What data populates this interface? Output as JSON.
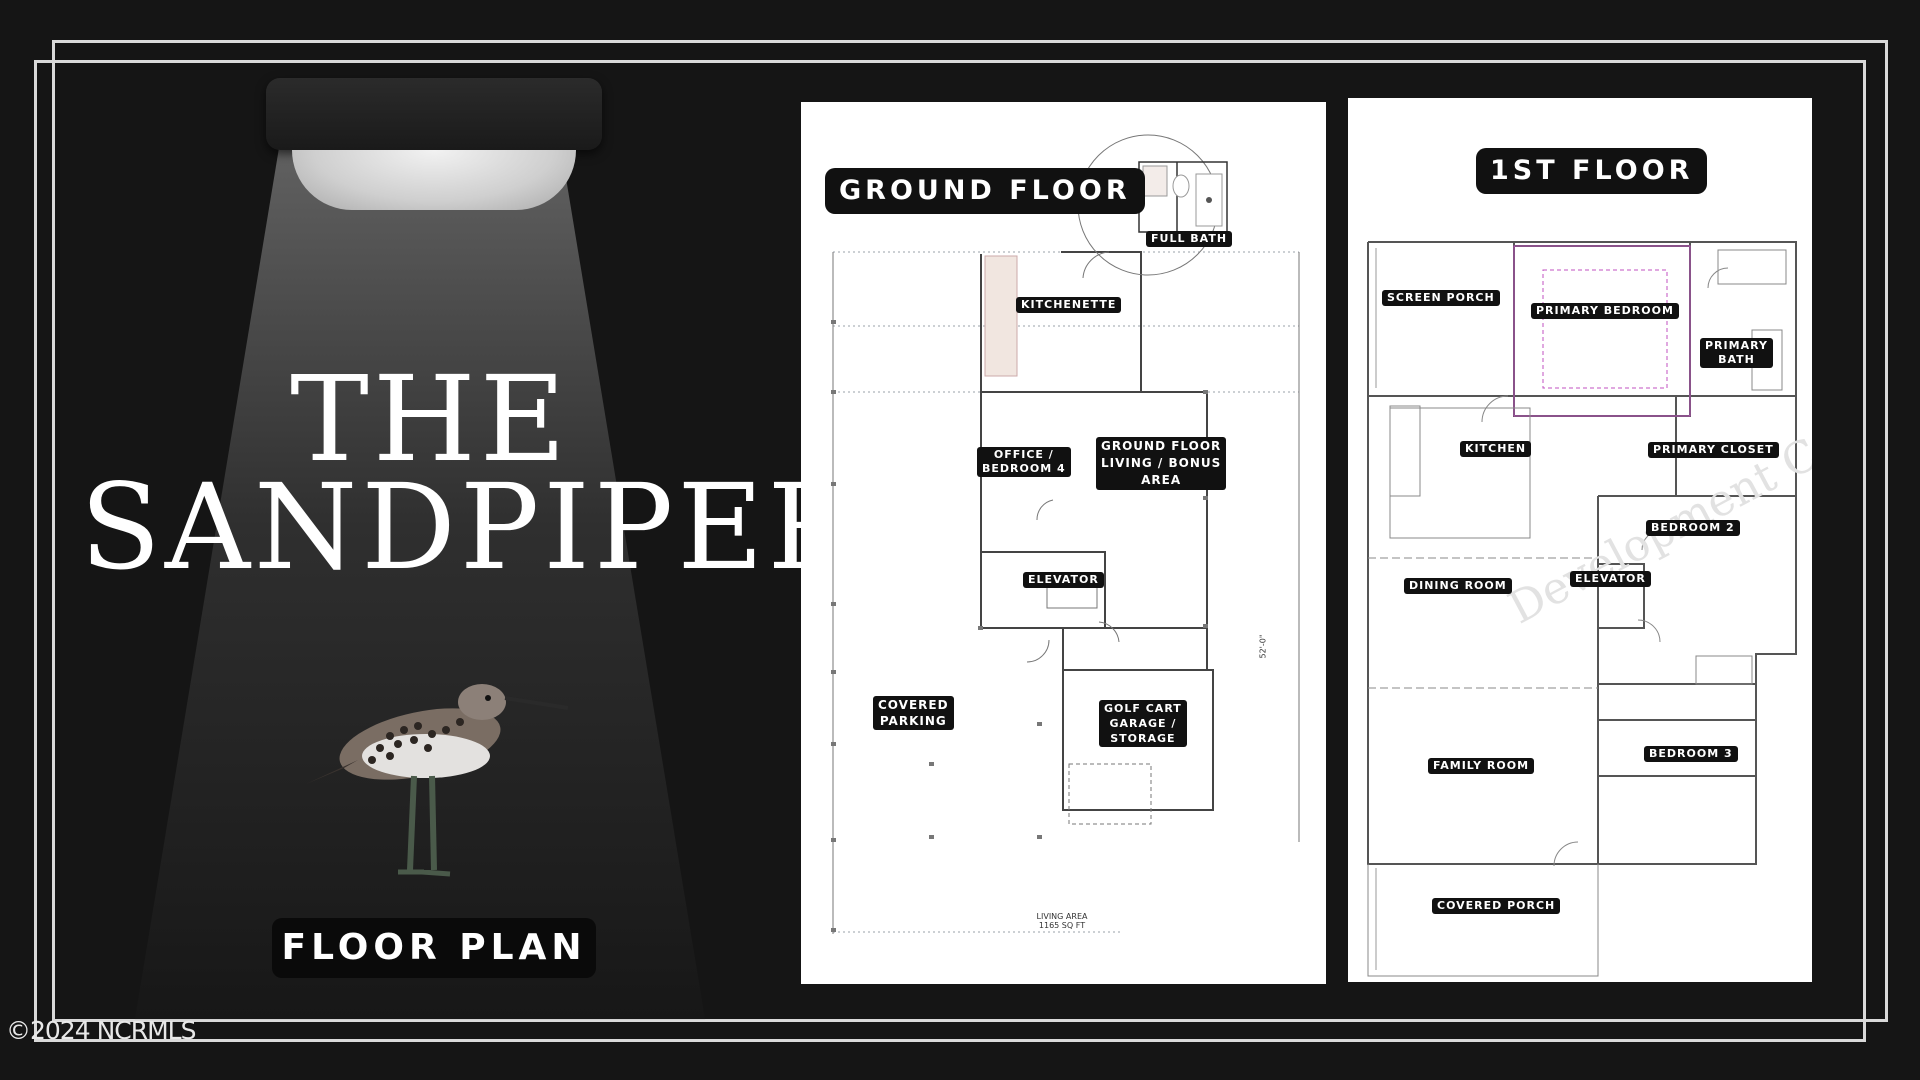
{
  "title": {
    "line1": "THE",
    "line2": "SANDPIPER"
  },
  "floor_plan_label": "FLOOR PLAN",
  "copyright": "©2024 NCRMLS",
  "ground": {
    "heading": "GROUND FLOOR",
    "rooms": {
      "full_bath": "FULL BATH",
      "kitchenette": "KITCHENETTE",
      "office_1": "OFFICE /",
      "office_2": "BEDROOM 4",
      "living_1": "GROUND FLOOR",
      "living_2": "LIVING / BONUS",
      "living_3": "AREA",
      "elevator": "ELEVATOR",
      "parking_1": "COVERED",
      "parking_2": "PARKING",
      "golf_1": "GOLF CART",
      "golf_2": "GARAGE /",
      "golf_3": "STORAGE"
    },
    "area_note_1": "LIVING AREA",
    "area_note_2": "1165 SQ FT"
  },
  "first": {
    "heading": "1ST FLOOR",
    "watermark": "Development Corp",
    "rooms": {
      "screen_porch": "SCREEN PORCH",
      "primary_bedroom": "PRIMARY BEDROOM",
      "primary_bath_1": "PRIMARY",
      "primary_bath_2": "BATH",
      "kitchen": "KITCHEN",
      "primary_closet": "PRIMARY CLOSET",
      "bedroom_2": "BEDROOM 2",
      "dining_room": "DINING ROOM",
      "elevator": "ELEVATOR",
      "family_room": "FAMILY ROOM",
      "bedroom_3": "BEDROOM 3",
      "covered_porch": "COVERED PORCH"
    }
  },
  "colors": {
    "background": "#151515",
    "frame": "#d9d9d9",
    "pill": "#111111",
    "bedroom_outline": "#c050c0"
  }
}
